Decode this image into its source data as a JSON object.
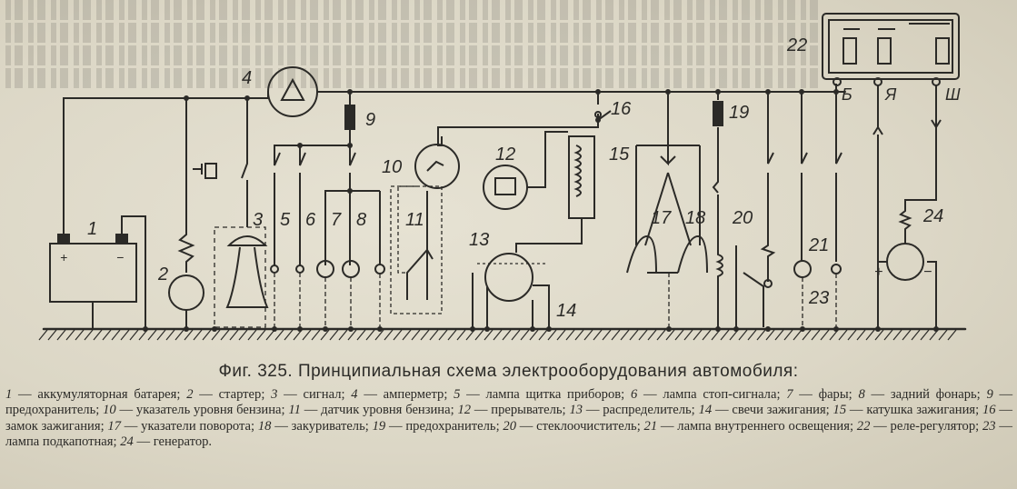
{
  "figure": {
    "caption": "Фиг. 325. Принципиальная схема электрооборудования автомобиля:",
    "legend": [
      {
        "num": "1",
        "text": "аккумуляторная батарея;"
      },
      {
        "num": "2",
        "text": "стартер;"
      },
      {
        "num": "3",
        "text": "сигнал;"
      },
      {
        "num": "4",
        "text": "амперметр;"
      },
      {
        "num": "5",
        "text": "лампа щитка приборов;"
      },
      {
        "num": "6",
        "text": "лампа стоп-сигнала;"
      },
      {
        "num": "7",
        "text": "фары;"
      },
      {
        "num": "8",
        "text": "задний фонарь;"
      },
      {
        "num": "9",
        "text": "предохранитель;"
      },
      {
        "num": "10",
        "text": "указатель уровня бензина;"
      },
      {
        "num": "11",
        "text": "датчик уровня бензина;"
      },
      {
        "num": "12",
        "text": "прерыватель;"
      },
      {
        "num": "13",
        "text": "распределитель;"
      },
      {
        "num": "14",
        "text": "свечи зажигания;"
      },
      {
        "num": "15",
        "text": "катушка зажигания;"
      },
      {
        "num": "16",
        "text": "замок зажигания;"
      },
      {
        "num": "17",
        "text": "указатели поворота;"
      },
      {
        "num": "18",
        "text": "закуриватель;"
      },
      {
        "num": "19",
        "text": "предохранитель;"
      },
      {
        "num": "20",
        "text": "стеклоочиститель;"
      },
      {
        "num": "21",
        "text": "лампа внутреннего освещения;"
      },
      {
        "num": "22",
        "text": "реле-регулятор;"
      },
      {
        "num": "23",
        "text": "лампа подкапотная;"
      },
      {
        "num": "24",
        "text": "генератор."
      }
    ]
  },
  "diagram": {
    "component_labels": [
      "1",
      "2",
      "3",
      "4",
      "5",
      "6",
      "7",
      "8",
      "9",
      "10",
      "11",
      "12",
      "13",
      "14",
      "15",
      "16",
      "17",
      "18",
      "19",
      "20",
      "21",
      "22",
      "23",
      "24"
    ],
    "terminal_labels": {
      "b": "Б",
      "ya": "Я",
      "sh": "Ш"
    },
    "polarity": {
      "plus": "+",
      "minus": "−"
    }
  }
}
